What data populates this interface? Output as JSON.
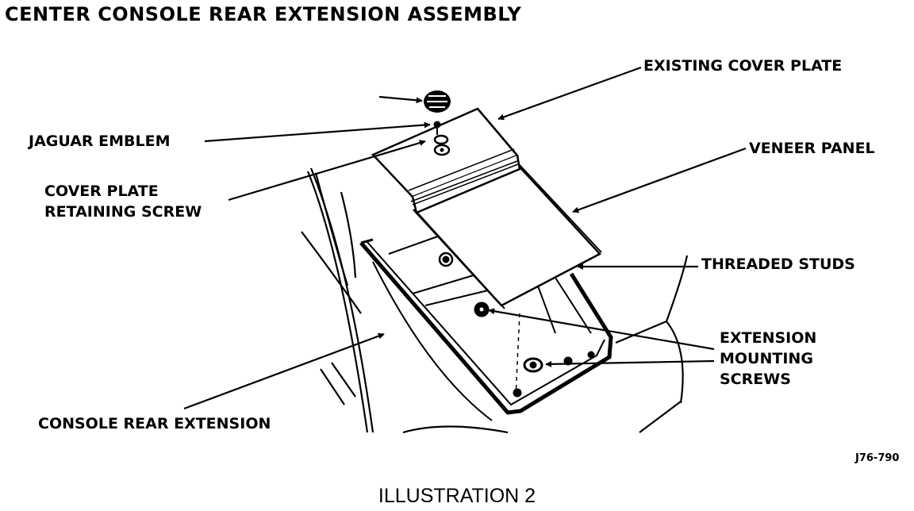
{
  "title": "CENTER CONSOLE REAR EXTENSION ASSEMBLY",
  "labels": {
    "existing_cover_plate": "EXISTING COVER PLATE",
    "jaguar_emblem": "JAGUAR EMBLEM",
    "veneer_panel": "VENEER PANEL",
    "cover_plate_retaining_screw": [
      "COVER PLATE",
      "RETAINING SCREW"
    ],
    "threaded_studs": "THREADED STUDS",
    "extension_mounting_screws": [
      "EXTENSION",
      "MOUNTING",
      "SCREWS"
    ],
    "console_rear_extension": "CONSOLE REAR EXTENSION"
  },
  "figure_id": "J76-790",
  "caption": "ILLUSTRATION 2",
  "colors": {
    "ink": "#000000",
    "paper": "#ffffff"
  }
}
